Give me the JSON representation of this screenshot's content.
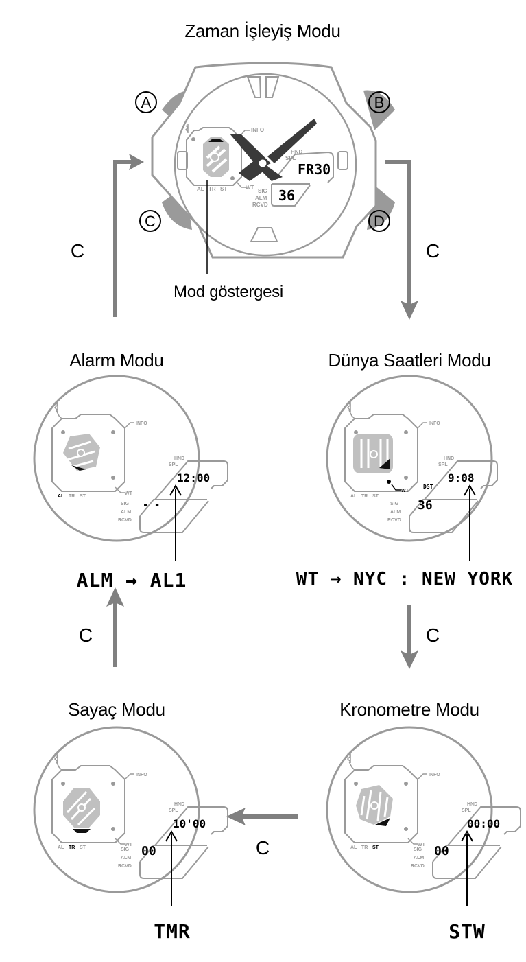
{
  "diagram": {
    "colors": {
      "outline": "#9a9a9a",
      "hand": "#3a3a3a",
      "arrow": "#808080",
      "text": "#000000"
    },
    "top": {
      "title": "Zaman İşleyiş Modu",
      "buttons": [
        "A",
        "B",
        "C",
        "D"
      ],
      "indicator_label": "Mod göstergesi",
      "display_top": "FR30",
      "display_bottom": "36",
      "face_labels": {
        "info": "INFO",
        "wt": "WT",
        "hnd": "HND",
        "spl": "SPL",
        "sig": "SIG",
        "alm": "ALM",
        "rcvd": "RCVD",
        "al": "AL",
        "tr": "TR",
        "st": "ST"
      }
    },
    "modes": [
      {
        "title": "Alarm Modu",
        "display_top": "12:00",
        "display_bottom": "- -",
        "extra": "",
        "active_sub": "AL",
        "lcd_label": "ALM → AL1"
      },
      {
        "title": "Dünya Saatleri Modu",
        "display_top": "9:08",
        "display_bottom": "36",
        "extra": "DST",
        "active_sub": "WT",
        "lcd_label": "WT → NYC : NEW  YORK"
      },
      {
        "title": "Sayaç Modu",
        "display_top": "10'00",
        "display_bottom": "00",
        "extra": "",
        "active_sub": "TR",
        "lcd_label": "TMR"
      },
      {
        "title": "Kronometre Modu",
        "display_top": "00:00",
        "display_bottom": "00",
        "extra": "",
        "active_sub": "ST",
        "lcd_label": "STW"
      }
    ],
    "transitions": [
      {
        "from": "Zaman İşleyiş Modu",
        "to": "Dünya Saatleri Modu",
        "button": "C"
      },
      {
        "from": "Dünya Saatleri Modu",
        "to": "Kronometre Modu",
        "button": "C"
      },
      {
        "from": "Kronometre Modu",
        "to": "Sayaç Modu",
        "button": "C"
      },
      {
        "from": "Sayaç Modu",
        "to": "Alarm Modu",
        "button": "C"
      },
      {
        "from": "Alarm Modu",
        "to": "Zaman İşleyiş Modu",
        "button": "C"
      }
    ]
  }
}
